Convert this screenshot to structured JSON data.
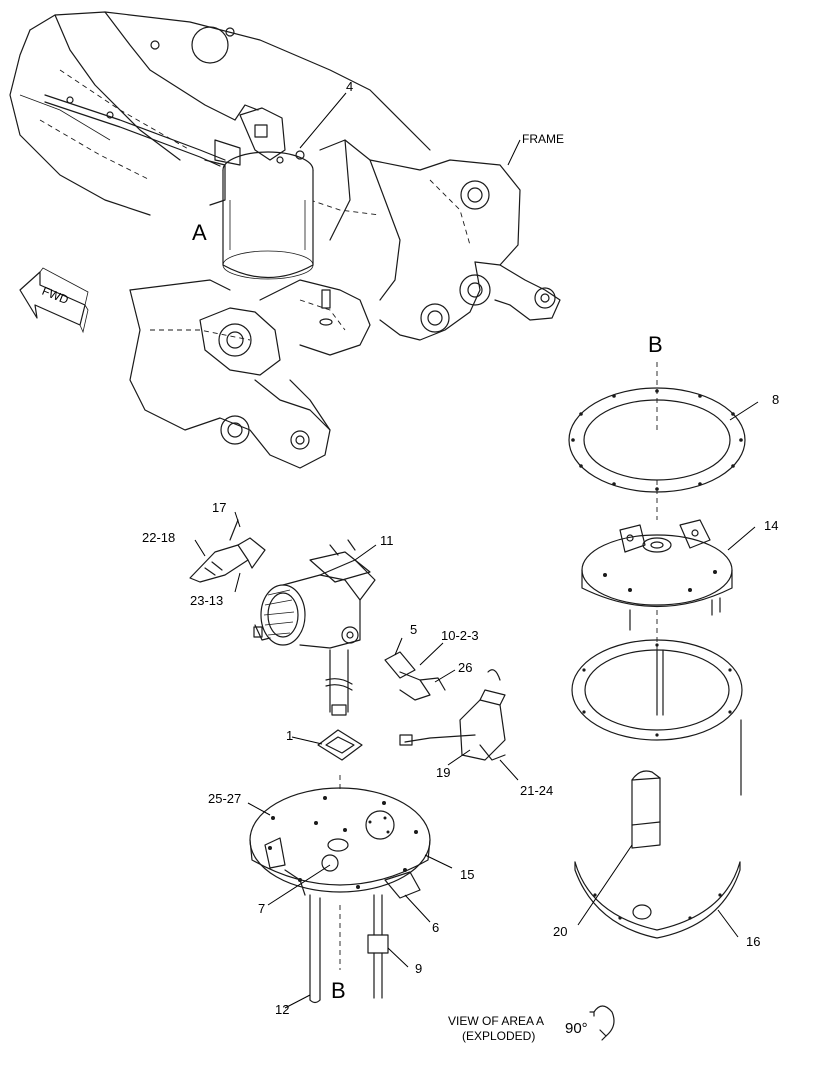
{
  "labels": {
    "frame": "FRAME",
    "fwd": "FWD",
    "area_a": "A",
    "section_b_top": "B",
    "section_b_bottom": "B",
    "view_line1": "VIEW OF AREA A",
    "view_line2": "(EXPLODED)",
    "rotation": "90°"
  },
  "callouts": {
    "p1": "1",
    "p4": "4",
    "p5": "5",
    "p6": "6",
    "p7": "7",
    "p8": "8",
    "p9": "9",
    "p10_2_3": "10-2-3",
    "p11": "11",
    "p12": "12",
    "p14": "14",
    "p15": "15",
    "p16": "16",
    "p17": "17",
    "p19": "19",
    "p20": "20",
    "p21_24": "21-24",
    "p22_18": "22-18",
    "p23_13": "23-13",
    "p25_27": "25-27",
    "p26": "26"
  }
}
